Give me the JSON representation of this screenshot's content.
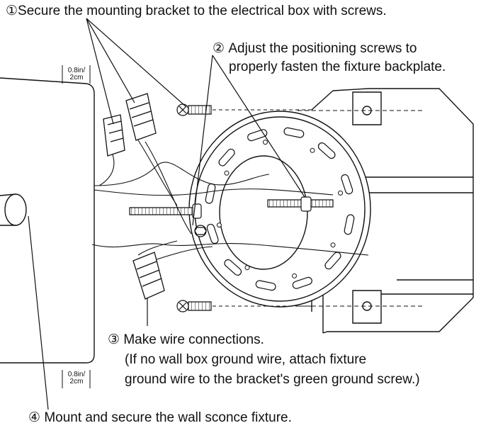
{
  "steps": [
    {
      "num": "①",
      "text": "Secure the mounting bracket to the electrical box with screws."
    },
    {
      "num": "②",
      "lines": [
        "Adjust the positioning screws to",
        "properly fasten the fixture backplate."
      ]
    },
    {
      "num": "③",
      "lines": [
        "Make wire connections.",
        "(If no wall box ground wire, attach fixture",
        "ground wire to the bracket's green ground screw.)"
      ]
    },
    {
      "num": "④",
      "text": "Mount and secure the wall sconce fixture."
    }
  ],
  "dimensions": {
    "top": {
      "value": "0.8in/",
      "value2": "2cm"
    },
    "bottom": {
      "value": "0.8in/",
      "value2": "2cm"
    }
  },
  "colors": {
    "ink": "#111111",
    "paper": "#ffffff"
  },
  "icons": [
    "screw-icon",
    "wire-nut-icon",
    "bracket-icon",
    "electrical-box-icon",
    "sconce-icon"
  ]
}
